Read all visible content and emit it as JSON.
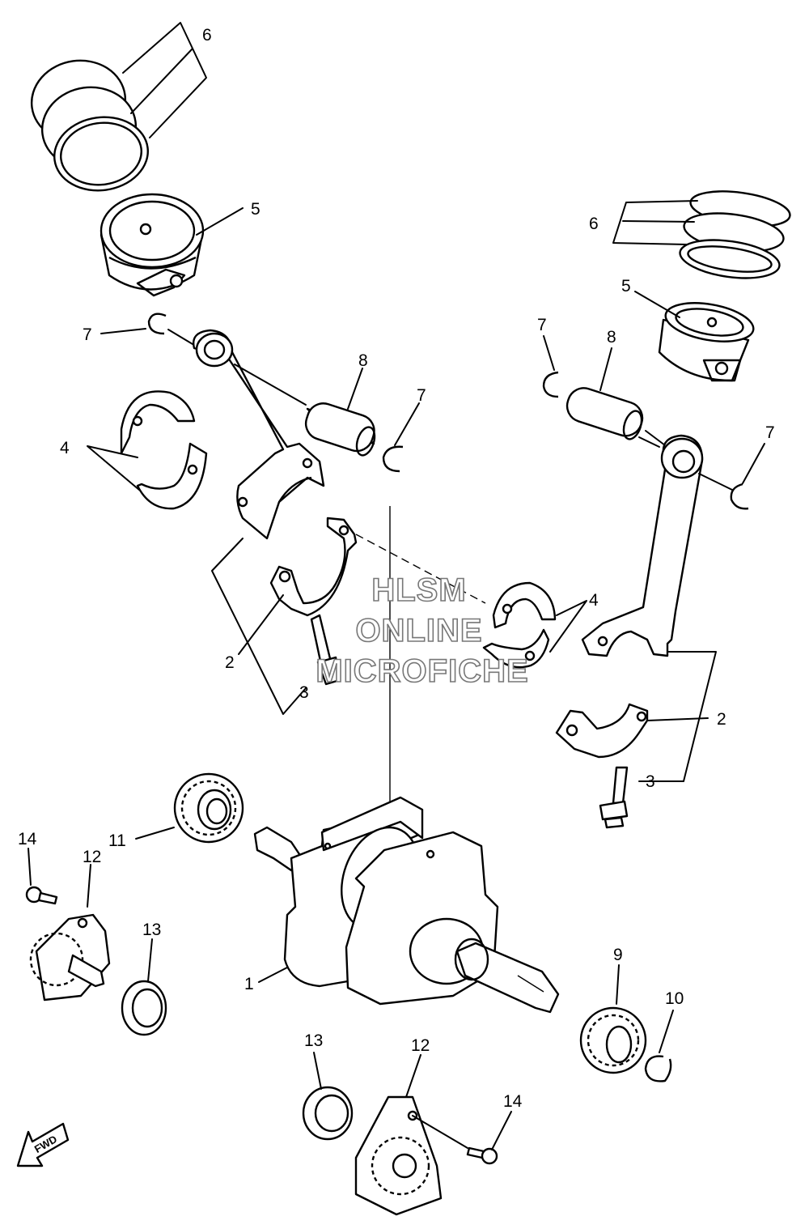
{
  "labels": {
    "l1": "1",
    "l2a": "2",
    "l2b": "2",
    "l3a": "3",
    "l3b": "3",
    "l4a": "4",
    "l4b": "4",
    "l5a": "5",
    "l5b": "5",
    "l6a": "6",
    "l6b": "6",
    "l7a": "7",
    "l7b": "7",
    "l7c": "7",
    "l7d": "7",
    "l8a": "8",
    "l8b": "8",
    "l9": "9",
    "l10": "10",
    "l11": "11",
    "l12a": "12",
    "l12b": "12",
    "l13a": "13",
    "l13b": "13",
    "l14a": "14",
    "l14b": "14"
  },
  "watermark": {
    "line1": "HLSM",
    "line2": "ONLINE",
    "line3": "MICROFICHE"
  },
  "fwd_label": "FWD",
  "colors": {
    "line": "#000000",
    "background": "#ffffff",
    "watermark_stroke": "#777777"
  }
}
